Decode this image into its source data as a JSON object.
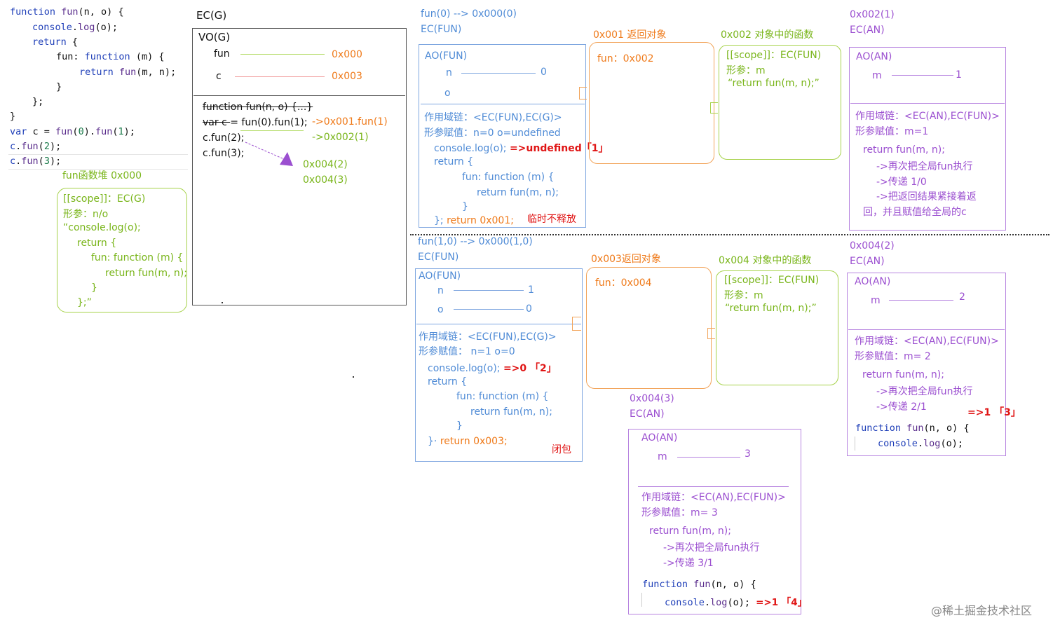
{
  "code": {
    "line1": {
      "kw": "function",
      "name": " fun",
      "rest": "(n, o) {"
    },
    "line2": {
      "obj": "console",
      "dot": ".",
      "fn": "log",
      "rest": "(o);"
    },
    "line3": {
      "kw": "return",
      "rest": " {"
    },
    "line4": {
      "prop": "fun",
      "colon": ": ",
      "kw": "function",
      "rest": " (m) {"
    },
    "line5": {
      "kw": "return",
      "name": " fun",
      "rest": "(m, n);"
    },
    "line6": "}",
    "line7": "};",
    "line8": "}",
    "line9": {
      "kw": "var",
      "rest1": " c = ",
      "fn1": "fun",
      "arg1": "0",
      "mid": ").",
      "fn2": "fun",
      "arg2": "1",
      "end": ");"
    },
    "line10": {
      "obj": "c",
      "dot": ".",
      "fn": "fun",
      "open": "(",
      "arg": "2",
      "end": ");"
    },
    "line11": {
      "obj": "c",
      "dot": ".",
      "fn": "fun",
      "open": "(",
      "arg": "3",
      "end": ");"
    }
  },
  "heap": {
    "title": "fun函数堆 0x000",
    "l1": "[[scope]]：EC(G)",
    "l2": "形参：n/o",
    "l3": "“console.log(o);",
    "l4": "return {",
    "l5": "fun: function (m) {",
    "l6": "return fun(m, n);",
    "l7": "}",
    "l8": "};”"
  },
  "ecg": {
    "title": "EC(G)",
    "vo": "VO(G)",
    "fun_label": "fun",
    "fun_val": "0x000",
    "c_label": "c",
    "c_val": "0x003",
    "l1": "function fun(n, o) {...}",
    "l2a": "var c ",
    "l2b": "= fun(0).fun(1);",
    "l3": "c.fun(2);",
    "l4": "c.fun(3);",
    "ann1": "->0x001.fun(1)",
    "ann2": "->0x002(1)",
    "ann3": "0x004(2)",
    "ann4": "0x004(3)"
  },
  "ec1": {
    "title1": "fun(0) --> 0x000(0)",
    "title2": "EC(FUN)",
    "ao": "AO(FUN)",
    "n": "n",
    "n_val": "0",
    "o": "o",
    "l1": "作用域链：<EC(FUN),EC(G)>",
    "l2": "形参赋值：n=0  o=undefined",
    "l3": "console.log(o);",
    "l3r": "=>undefined「1」",
    "l4": "return {",
    "l5": "fun: function (m) {",
    "l6": "return fun(m, n);",
    "l7": "}",
    "l8": "};",
    "l8r": "return 0x001;",
    "l8n": "临时不释放"
  },
  "obj1": {
    "title": "0x001 返回对象",
    "l1": "fun：0x002"
  },
  "fn1": {
    "title": "0x002 对象中的函数",
    "l1": "[[scope]]：EC(FUN)",
    "l2": "形参：m",
    "l3": "“return fun(m, n);”"
  },
  "an1": {
    "title1": "0x002(1)",
    "title2": "EC(AN)",
    "ao": "AO(AN)",
    "m": "m",
    "m_val": "1",
    "l1": "作用域链：<EC(AN),EC(FUN)>",
    "l2": "形参赋值：m=1",
    "l3": "return fun(m, n);",
    "l4": "->再次把全局fun执行",
    "l5": "->传递 1/0",
    "l6": "->把返回结果紧接着返",
    "l7": "回，并且赋值给全局的c"
  },
  "ec2": {
    "title1": "fun(1,0) --> 0x000(1,0)",
    "title2": "EC(FUN)",
    "ao": "AO(FUN)",
    "n": "n",
    "n_val": "1",
    "o": "o",
    "o_val": "0",
    "l1": "作用域链：<EC(FUN),EC(G)>",
    "l2": "形参赋值：  n=1  o=0",
    "l3": "console.log(o);",
    "l3r": "=>0 「2」",
    "l4": "return {",
    "l5": "fun: function (m) {",
    "l6": "return fun(m, n);",
    "l7": "}",
    "l8": "}·",
    "l8r": "return 0x003;",
    "l8n": "闭包"
  },
  "obj2": {
    "title": "0x003返回对象",
    "l1": "fun：0x004"
  },
  "fn2": {
    "title": "0x004 对象中的函数",
    "l1": "[[scope]]：EC(FUN)",
    "l2": "形参：m",
    "l3": "“return fun(m, n);”"
  },
  "an2": {
    "title1": "0x004(2)",
    "title2": "EC(AN)",
    "ao": "AO(AN)",
    "m": "m",
    "m_val": "2",
    "l1": "作用域链：<EC(AN),EC(FUN)>",
    "l2": "形参赋值：m= 2",
    "l3": "return fun(m, n);",
    "l4": "->再次把全局fun执行",
    "l5": "->传递  2/1",
    "l5r": "=>1 「3」",
    "code_kw": "function",
    "code_name": " fun",
    "code_rest": "(n, o) {",
    "code2_obj": "console",
    "code2_fn": "log",
    "code2_rest": "(o);"
  },
  "an3": {
    "title1": "0x004(3)",
    "title2": "EC(AN)",
    "ao": "AO(AN)",
    "m": "m",
    "m_val": "3",
    "l1": "作用域链：<EC(AN),EC(FUN)>",
    "l2": "形参赋值：m= 3",
    "l3": "return fun(m, n);",
    "l4": "->再次把全局fun执行",
    "l5": "->传递  3/1",
    "code_kw": "function",
    "code_name": " fun",
    "code_rest": "(n, o) {",
    "code2_obj": "console",
    "code2_fn": "log",
    "code2_rest": "(o);",
    "code2_r": "=>1 「4」"
  },
  "watermark": "@稀土掘金技术社区",
  "colors": {
    "orange": "#ef7a1a",
    "green": "#79b51a",
    "blue": "#4f8bd6",
    "purple": "#9b4fd0",
    "red": "#e01515",
    "keyword": "#1f3fb8"
  }
}
